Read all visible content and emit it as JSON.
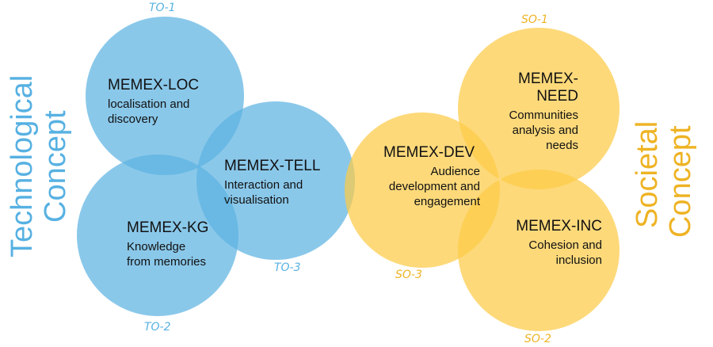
{
  "colors": {
    "tech": "#5DB3E2",
    "soc": "#FCCB47",
    "tech_text": "#57B1E2",
    "soc_text": "#EEB324"
  },
  "side_labels": {
    "technological_line1": "Technological",
    "technological_line2": "Concept",
    "societal_line1": "Societal",
    "societal_line2": "Concept"
  },
  "circles": {
    "loc": {
      "tag": "TO-1",
      "title": "MEMEX-LOC",
      "desc1": "localisation and",
      "desc2": "discovery"
    },
    "kg": {
      "tag": "TO-2",
      "title": "MEMEX-KG",
      "desc1": "Knowledge",
      "desc2": "from memories"
    },
    "tell": {
      "tag": "TO-3",
      "title": "MEMEX-TELL",
      "desc1": "Interaction and",
      "desc2": "visualisation"
    },
    "dev": {
      "tag": "SO-3",
      "title": "MEMEX-DEV",
      "desc1": "Audience",
      "desc2": "development and",
      "desc3": "engagement"
    },
    "need": {
      "tag": "SO-1",
      "title1": "MEMEX-",
      "title2": "NEED",
      "desc1": "Communities",
      "desc2": "analysis and",
      "desc3": "needs"
    },
    "inc": {
      "tag": "SO-2",
      "title": "MEMEX-INC",
      "desc1": "Cohesion and",
      "desc2": "inclusion"
    }
  }
}
